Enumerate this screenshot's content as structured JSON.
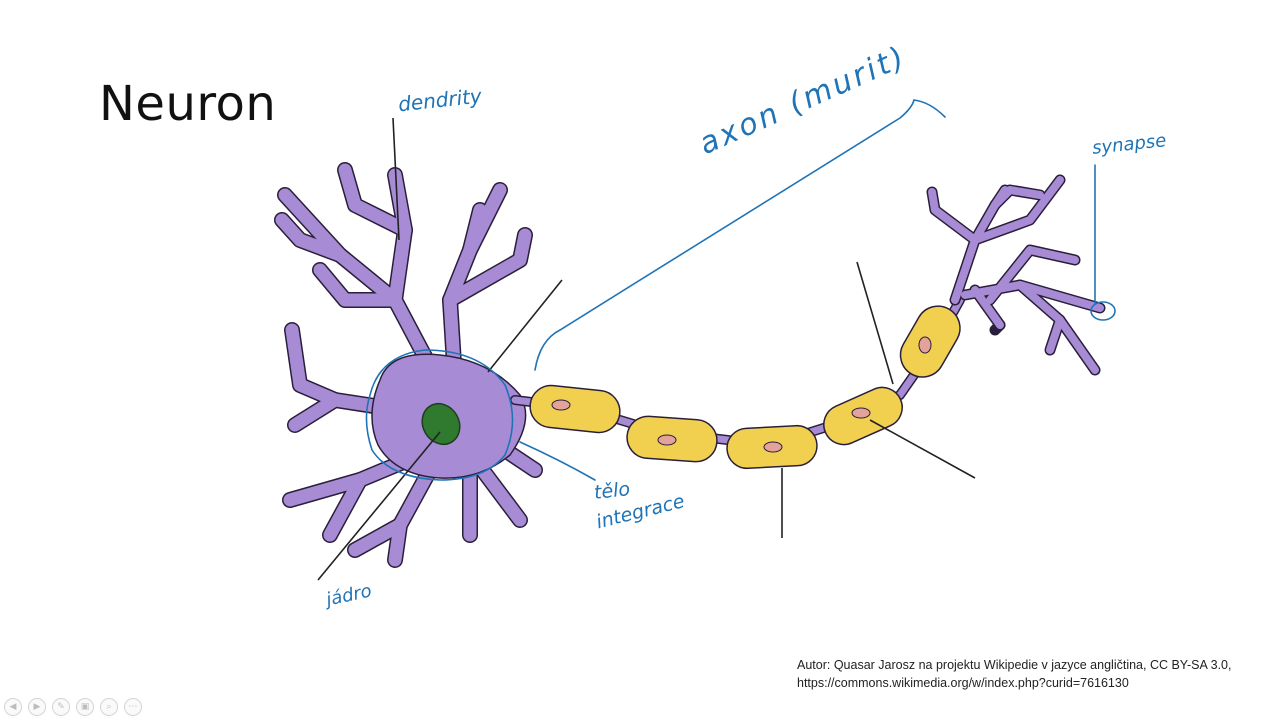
{
  "slide": {
    "title": "Neuron",
    "labels": {
      "dendrity": "dendrity",
      "axon": "axon (murit)",
      "synapse": "synapse",
      "telo": "tělo",
      "integrace": "integrace",
      "jadro": "jádro"
    },
    "credit_line1": "Autor: Quasar Jarosz na projektu Wikipedie v jazyce angličtina, CC BY-SA 3.0,",
    "credit_line2": "https://commons.wikimedia.org/w/index.php?curid=7616130"
  },
  "toolbar": {
    "buttons": [
      {
        "icon": "previous-icon",
        "glyph": "◀"
      },
      {
        "icon": "next-icon",
        "glyph": "▶"
      },
      {
        "icon": "pen-icon",
        "glyph": "✎"
      },
      {
        "icon": "slides-icon",
        "glyph": "▣"
      },
      {
        "icon": "zoom-icon",
        "glyph": "⌕"
      },
      {
        "icon": "more-icon",
        "glyph": "⋯"
      }
    ]
  },
  "colors": {
    "neuron_body": "#a78bd4",
    "myelin": "#f2d04f",
    "nucleus": "#2f7a2f",
    "node": "#e3a39a",
    "annotation_ink": "#1f74b7"
  }
}
